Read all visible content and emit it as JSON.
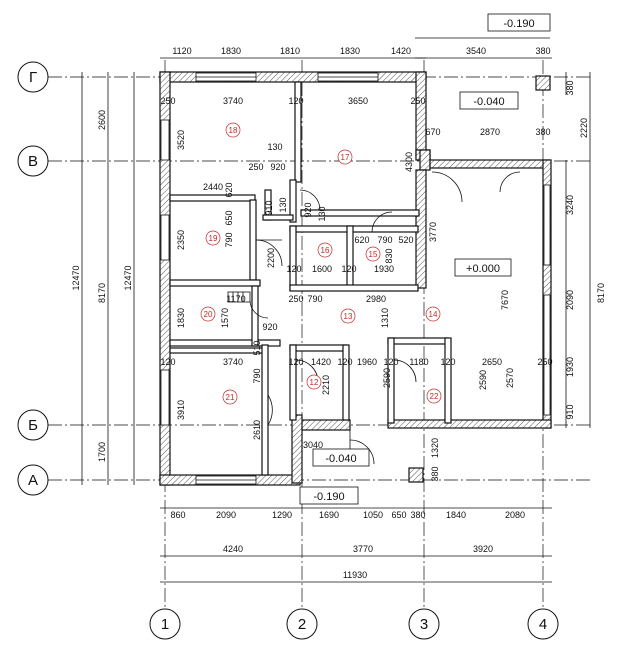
{
  "axes": {
    "letters": [
      "Г",
      "В",
      "Б",
      "А"
    ],
    "numbers": [
      "1",
      "2",
      "3",
      "4"
    ]
  },
  "levels": {
    "top_right": "-0.190",
    "upper_right": "-0.040",
    "terrace": "+0.000",
    "entrance": "-0.040",
    "entrance_lower": "-0.190"
  },
  "rooms": [
    "18",
    "17",
    "19",
    "16",
    "15",
    "20",
    "13",
    "14",
    "21",
    "12",
    "22"
  ],
  "dims": {
    "top_row": [
      "1120",
      "1830",
      "1810",
      "1830",
      "1420",
      "3540",
      "380"
    ],
    "bottom_row": [
      "860",
      "2090",
      "1290",
      "1690",
      "1050",
      "650",
      "380",
      "1840",
      "2080"
    ],
    "axis_row": [
      "4240",
      "3770",
      "3920"
    ],
    "total_row": "11930",
    "left_segments": [
      "2600",
      "8170",
      "1700"
    ],
    "left_total": "12470",
    "left_inner": "12470",
    "right_outer": [
      "2220",
      "8170"
    ],
    "right_mid": [
      "3240",
      "2090",
      "1930",
      "910"
    ],
    "right_far": "380",
    "interior": [
      "250",
      "3740",
      "120",
      "3650",
      "250",
      "670",
      "2870",
      "380",
      "3520",
      "130",
      "250",
      "920",
      "4300",
      "2440",
      "620",
      "910",
      "130",
      "920",
      "130",
      "3770",
      "2350",
      "650",
      "790",
      "2200",
      "620",
      "790",
      "520",
      "120",
      "1600",
      "120",
      "1930",
      "830",
      "1170",
      "1570",
      "1830",
      "250",
      "790",
      "2980",
      "1310",
      "920",
      "7670",
      "3740",
      "120",
      "1420",
      "120",
      "1960",
      "120",
      "1180",
      "120",
      "2650",
      "250",
      "790",
      "120",
      "510",
      "2210",
      "2590",
      "2590",
      "2570",
      "3910",
      "2610",
      "1320",
      "380",
      "3040"
    ]
  }
}
